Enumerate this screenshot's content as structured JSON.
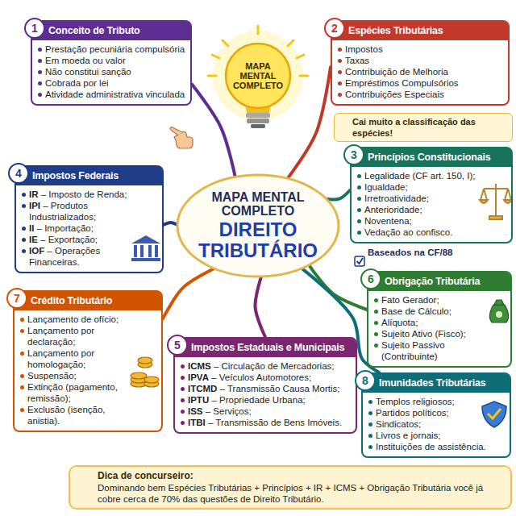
{
  "diagram": {
    "nodes": [
      {
        "text": [
          "MAPA MENTAL COMPLETO"
        ]
      },
      {
        "text": [
          "MAPA MENTAL COMPLETO",
          "DIREITO TRIBUTÁRIO"
        ]
      },
      {
        "text": [
          "1",
          "Conceito de Tributo",
          "Prestação pecuniária compulsória",
          "Em moeda ou valor",
          "Não constitui sanção",
          "Cobrada por lei",
          "Atividade administrativa vinculada"
        ]
      },
      {
        "text": [
          "2",
          "Espécies Tributárias",
          "Impostos",
          "Taxas",
          "Contribuição de Melhoria",
          "Empréstimos Compulsórios",
          "Contribuições Especiais"
        ]
      },
      {
        "text": [
          "Cai muito a classificação das espécies!"
        ]
      },
      {
        "text": [
          "3",
          "Princípios Constitucionais",
          "Legalidade (CF art. 150, I);",
          "Igualdade;",
          "Irretroatividade;",
          "Anterioridade;",
          "Noventena;",
          "Vedação ao confisco."
        ]
      },
      {
        "text": [
          "4",
          "Impostos Federais",
          "IR – Imposto de Renda;",
          "IPI – Produtos Industrializados;",
          "II – Importação;",
          "IE – Exportação;",
          "IOF – Operações Financeiras."
        ]
      },
      {
        "text": [
          "6",
          "Obrigação Tributária",
          "Fato Gerador;",
          "Base de Cálculo;",
          "Alíquota;",
          "Sujeito Ativo (Fisco);",
          "Sujeito Passivo (Contribuinte)"
        ]
      },
      {
        "text": [
          "7",
          "Crédito Tributário",
          "Lançamento de ofício;",
          "Lançamento por declaração;",
          "Lançamento por homologação;",
          "Suspensão;",
          "Extinção (pagamento, remissão);",
          "Exclusão (isenção, anistia)."
        ]
      },
      {
        "text": [
          "5",
          "Impostos Estaduais e Municipais",
          "ICMS – Circulação de Mercadorias;",
          "IPVA – Veículos Automotores;",
          "ITCMD – Transmissão Causa Mortis;",
          "IPTU – Propriedade Urbana;",
          "ISS – Serviços;",
          "ITBI – Transmissão de Bens Imóveis."
        ]
      },
      {
        "text": [
          "8",
          "Imunidades Tributárias",
          "Templos religiosos;",
          "Partidos políticos;",
          "Sindicatos;",
          "Livros e jornais;",
          "Instituições de assistência."
        ]
      },
      {
        "text": [
          "Dica de concurseiro:",
          "Dominando bem Espécies Tributárias + Princípios + IR + ICMS + Obrigação Tributária você já cobre cerca de 70% das questões de Direito Tributário."
        ]
      }
    ],
    "edges": [
      {
        "from": 1,
        "to": 2,
        "arrow": "none"
      },
      {
        "from": 1,
        "to": 3,
        "arrow": "none"
      },
      {
        "from": 1,
        "to": 5,
        "arrow": "none"
      },
      {
        "from": 1,
        "to": 6,
        "arrow": "none"
      },
      {
        "from": 1,
        "to": 7,
        "arrow": "none"
      },
      {
        "from": 1,
        "to": 8,
        "arrow": "none"
      },
      {
        "from": 1,
        "to": 9,
        "arrow": "none"
      },
      {
        "from": 1,
        "to": 10,
        "arrow": "none"
      }
    ],
    "labels": [
      "Baseados na CF/88"
    ]
  }
}
